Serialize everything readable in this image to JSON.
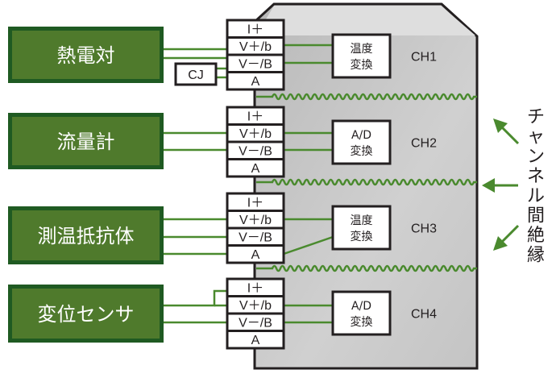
{
  "diagram": {
    "colors": {
      "sensor_fill": "#4f7a2c",
      "sensor_border": "#1f5a22",
      "wire": "#4a8a2e",
      "module_fill": "#c9c9c9",
      "module_top": "#dcdcdc",
      "outline": "#231f20",
      "arrow": "#4a8a2e"
    },
    "sensors": [
      {
        "label": "熱電対"
      },
      {
        "label": "流量計"
      },
      {
        "label": "測温抵抗体"
      },
      {
        "label": "変位センサ"
      }
    ],
    "cj_label": "CJ",
    "terminal_labels": [
      "I＋",
      "V＋/b",
      "V－/B",
      "A"
    ],
    "channels": [
      {
        "name": "CH1",
        "converter": [
          "温度",
          "変換"
        ]
      },
      {
        "name": "CH2",
        "converter": [
          "A/D",
          "変換"
        ]
      },
      {
        "name": "CH3",
        "converter": [
          "温度",
          "変換"
        ]
      },
      {
        "name": "CH4",
        "converter": [
          "A/D",
          "変換"
        ]
      }
    ],
    "isolation_label": [
      "チ",
      "ャ",
      "ン",
      "ネ",
      "ル",
      "間",
      "絶",
      "縁"
    ]
  }
}
